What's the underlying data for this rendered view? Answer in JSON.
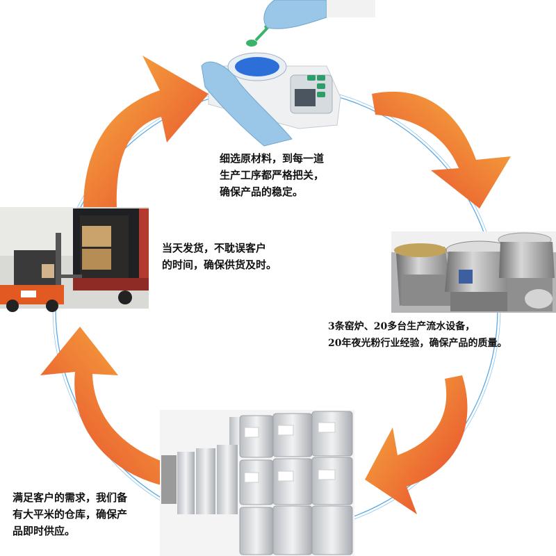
{
  "steps": {
    "materials": {
      "caption": "细选原材料，到每一道\n生产工序都严格把关，\n确保产品的稳定。"
    },
    "shipping": {
      "caption": "当天发货，不耽误客户\n的时间，确保供货及时。"
    },
    "equipment": {
      "caption": "3条窑炉、20多台生产流水设备，\n20年夜光粉行业经验，确保产品的质量。"
    },
    "warehouse": {
      "caption": "满足客户的需求，我们备\n有大平米的仓库，确保产\n品即时供应。"
    }
  },
  "colors": {
    "arrow_start": "#f6a93a",
    "arrow_end": "#e84a2b",
    "cycle_ring": "#5aa9e6"
  },
  "icons": [
    "lab-scale-photo",
    "production-equipment-photo",
    "warehouse-buckets-photo",
    "forklift-truck-photo"
  ]
}
